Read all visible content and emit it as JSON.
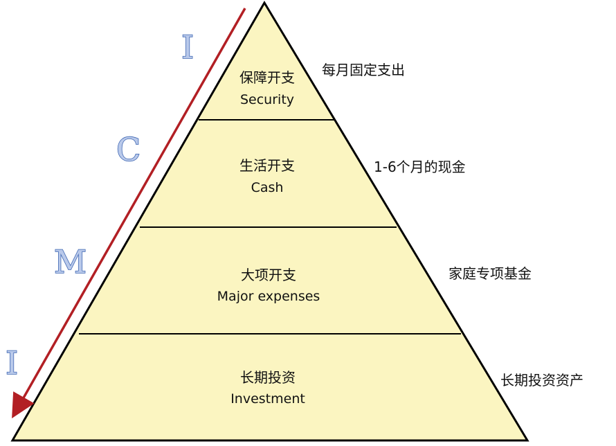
{
  "colors": {
    "tier_fill": "#fbf5c1",
    "outline": "#000000",
    "arrow": "#b21f24",
    "acronym_fill": "#b9c9ea",
    "acronym_stroke": "#3f67b3"
  },
  "acronym_letters": [
    "I",
    "C",
    "M",
    "I"
  ],
  "tiers": [
    {
      "name_zh": "保障开支",
      "name_en": "Security",
      "note": "每月固定支出"
    },
    {
      "name_zh": "生活开支",
      "name_en": "Cash",
      "note": "1-6个月的现金"
    },
    {
      "name_zh": "大项开支",
      "name_en": "Major expenses",
      "note": "家庭专项基金"
    },
    {
      "name_zh": "长期投资",
      "name_en": "Investment",
      "note": "长期投资资产"
    }
  ]
}
